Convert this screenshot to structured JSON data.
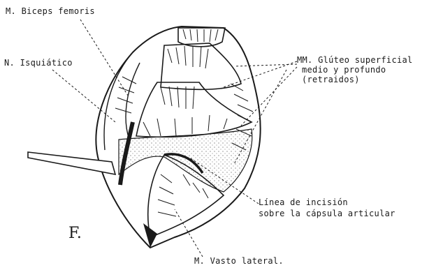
{
  "labels": {
    "biceps": "M. Biceps femoris",
    "isquiatico": "N. Isquiático",
    "gluteo_line1": "MM. Glúteo superficial",
    "gluteo_line2": "medio y profundo",
    "gluteo_line3": "(retraidos)",
    "incision_line1": "Línea de incisión",
    "incision_line2": "sobre la cápsula articular",
    "vasto": "M. Vasto lateral."
  },
  "signature": "F.",
  "colors": {
    "ink": "#1a1a1a",
    "background": "#ffffff",
    "stipple": "#555555"
  }
}
